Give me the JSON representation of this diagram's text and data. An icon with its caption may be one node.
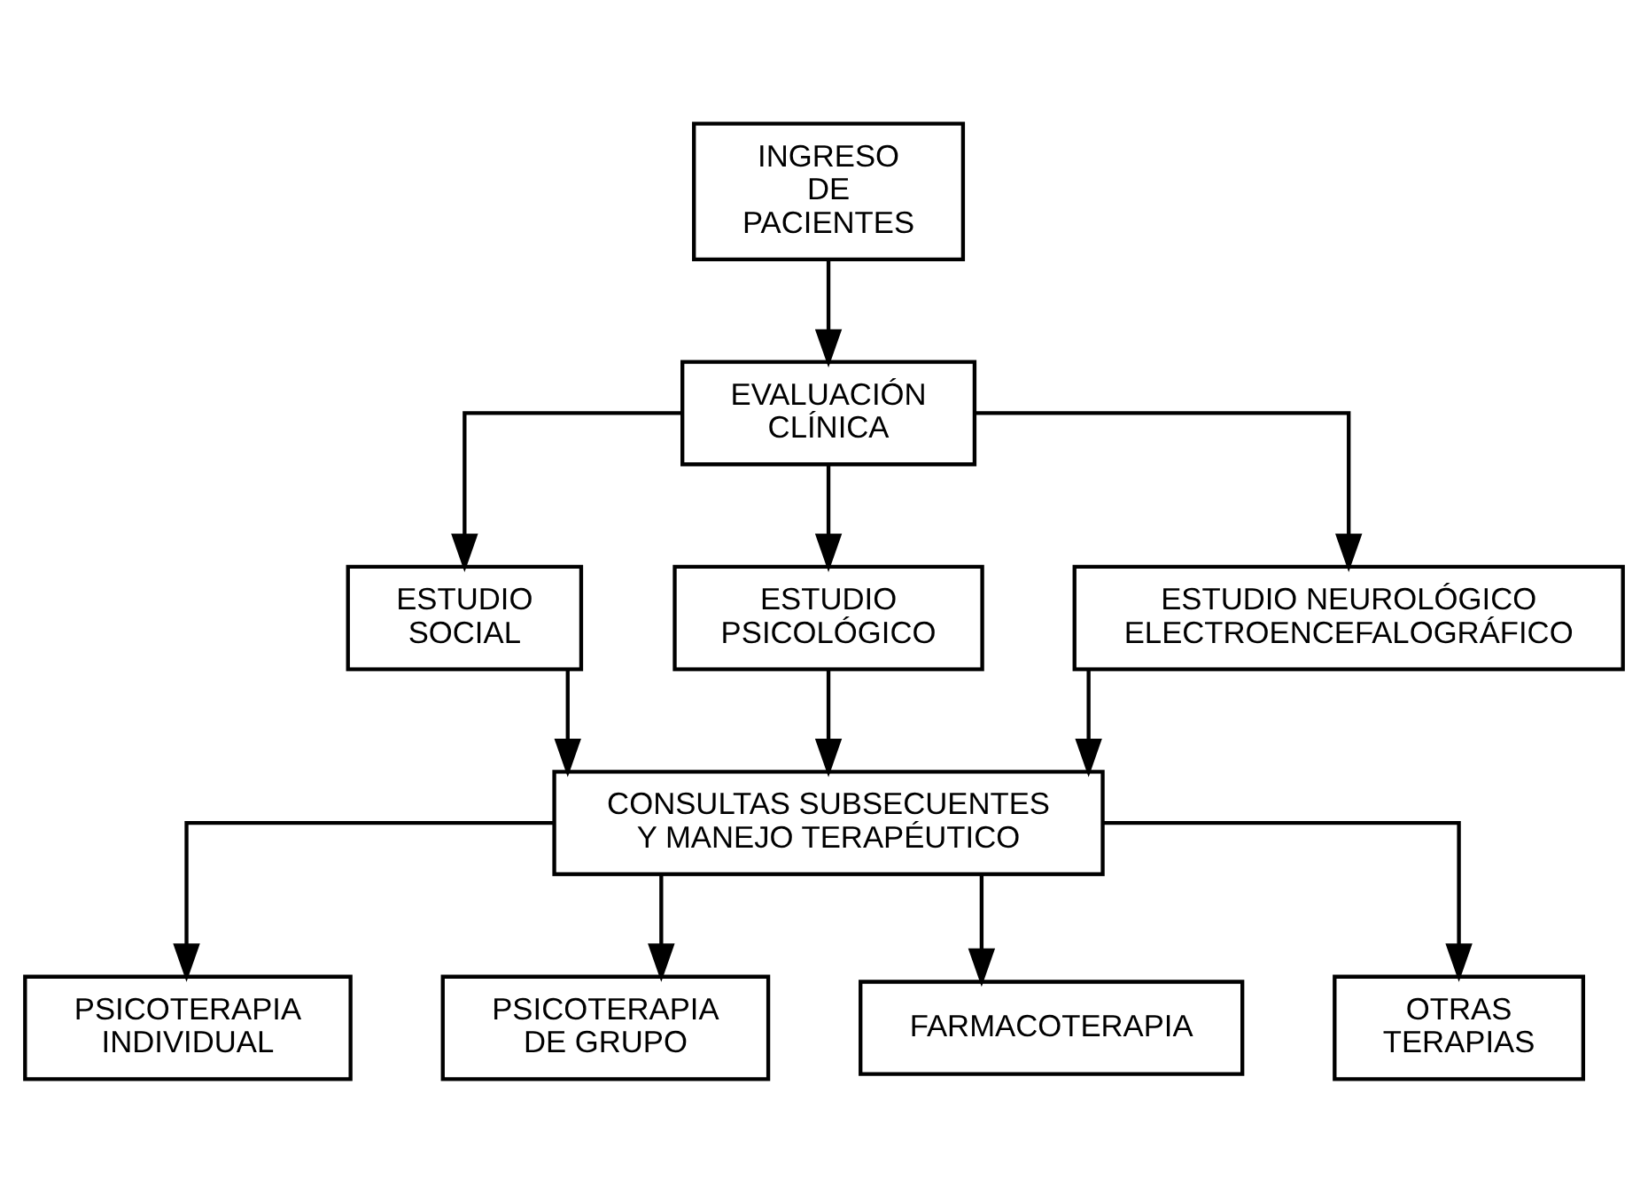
{
  "diagram": {
    "nodes": [
      {
        "text": [
          "INGRESO DE PACIENTES"
        ]
      },
      {
        "text": [
          "EVALUACIÓN CLÍNICA"
        ]
      },
      {
        "text": [
          "ESTUDIO SOCIAL"
        ]
      },
      {
        "text": [
          "ESTUDIO PSICOLÓGICO"
        ]
      },
      {
        "text": [
          "ESTUDIO NEUROLÓGICO ELECTROENCEFALOGRÁFICO"
        ]
      },
      {
        "text": [
          "CONSULTAS SUBSECUENTES Y MANEJO TERAPÉUTICO"
        ]
      },
      {
        "text": [
          "PSICOTERAPIA INDIVIDUAL"
        ]
      },
      {
        "text": [
          "PSICOTERAPIA DE GRUPO"
        ]
      },
      {
        "text": [
          "FARMACOTERAPIA"
        ]
      },
      {
        "text": [
          "OTRAS TERAPIAS"
        ]
      }
    ],
    "edges": [
      {
        "from": 0,
        "to": 1,
        "arrow": "to"
      },
      {
        "from": 1,
        "to": 2,
        "arrow": "to"
      },
      {
        "from": 1,
        "to": 3,
        "arrow": "to"
      },
      {
        "from": 1,
        "to": 4,
        "arrow": "to"
      },
      {
        "from": 2,
        "to": 5,
        "arrow": "to"
      },
      {
        "from": 3,
        "to": 5,
        "arrow": "to"
      },
      {
        "from": 4,
        "to": 5,
        "arrow": "to"
      },
      {
        "from": 5,
        "to": 6,
        "arrow": "to"
      },
      {
        "from": 5,
        "to": 7,
        "arrow": "to"
      },
      {
        "from": 5,
        "to": 8,
        "arrow": "to"
      },
      {
        "from": 5,
        "to": 9,
        "arrow": "to"
      }
    ]
  }
}
